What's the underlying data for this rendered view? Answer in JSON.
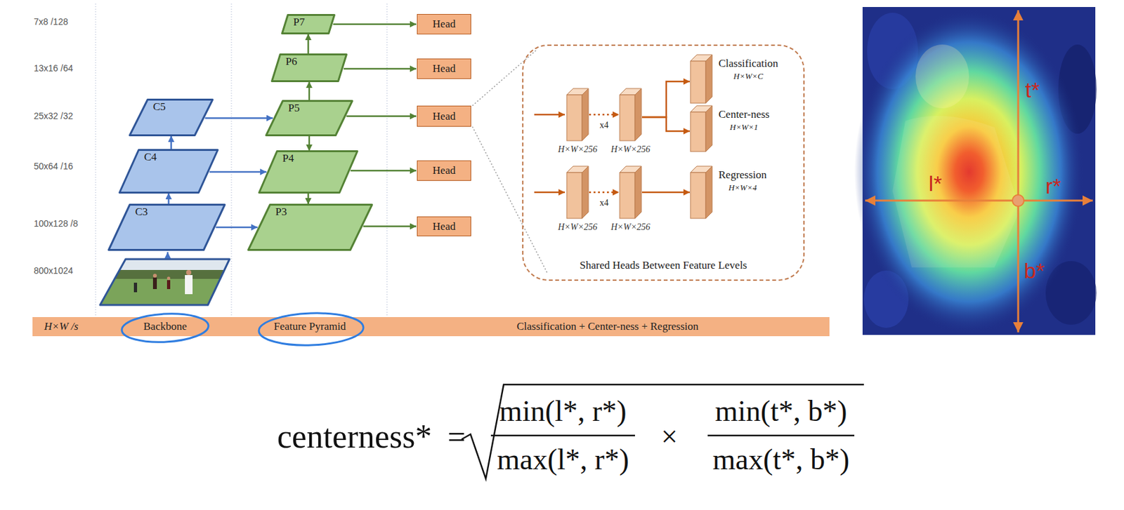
{
  "diagram": {
    "nodes": [
      {
        "text": [
          "P7"
        ]
      },
      {
        "text": [
          "Head"
        ]
      },
      {
        "text": [
          "P6"
        ]
      },
      {
        "text": [
          "Head"
        ]
      },
      {
        "text": [
          "C5"
        ]
      },
      {
        "text": [
          "P5"
        ]
      },
      {
        "text": [
          "Head"
        ]
      },
      {
        "text": [
          "Shared Heads Between Feature Levels"
        ]
      },
      {
        "text": [
          "H×W×256"
        ],
        "in": 7
      },
      {
        "text": [
          "H×W×256"
        ],
        "in": 7
      },
      {
        "text": [
          "Classification",
          "H×W×C"
        ],
        "in": 7
      },
      {
        "text": [
          "Center-ness",
          "H×W×1"
        ],
        "in": 7
      },
      {
        "text": [
          "H×W×256"
        ],
        "in": 7
      },
      {
        "text": [
          "H×W×256"
        ],
        "in": 7
      },
      {
        "text": [
          "Regression",
          "H×W×4"
        ],
        "in": 7
      },
      {
        "text": [
          "C4"
        ]
      },
      {
        "text": [
          "P4"
        ]
      },
      {
        "text": [
          "Head"
        ]
      },
      {
        "text": [
          "C3"
        ]
      },
      {
        "text": [
          "P3"
        ]
      },
      {
        "text": [
          "Head"
        ]
      },
      {
        "text": [
          "H×W /s",
          "Backbone",
          "Feature Pyramid",
          "Classification + Center-ness + Regression"
        ]
      }
    ],
    "edges": [
      {
        "from": 18,
        "to": 15,
        "arrow": "to"
      },
      {
        "from": 15,
        "to": 4,
        "arrow": "to"
      },
      {
        "from": 18,
        "to": 19,
        "arrow": "to"
      },
      {
        "from": 15,
        "to": 16,
        "arrow": "to"
      },
      {
        "from": 4,
        "to": 5,
        "arrow": "to"
      },
      {
        "from": 5,
        "to": 2,
        "arrow": "to"
      },
      {
        "from": 2,
        "to": 0,
        "arrow": "to"
      },
      {
        "from": 5,
        "to": 16,
        "arrow": "to"
      },
      {
        "from": 16,
        "to": 19,
        "arrow": "to"
      },
      {
        "from": 0,
        "to": 1,
        "arrow": "to"
      },
      {
        "from": 2,
        "to": 3,
        "arrow": "to"
      },
      {
        "from": 5,
        "to": 6,
        "arrow": "to"
      },
      {
        "from": 16,
        "to": 17,
        "arrow": "to"
      },
      {
        "from": 19,
        "to": 20,
        "arrow": "to"
      },
      {
        "from": 8,
        "to": 9,
        "label": "x4",
        "arrow": "to"
      },
      {
        "from": 9,
        "to": 10,
        "arrow": "to"
      },
      {
        "from": 9,
        "to": 11,
        "arrow": "to"
      },
      {
        "from": 12,
        "to": 13,
        "label": "x4",
        "arrow": "to"
      },
      {
        "from": 13,
        "to": 14,
        "arrow": "to"
      }
    ],
    "labels": [
      "7x8 /128",
      "13x16 /64",
      "25x32 /32",
      "50x64 /16",
      "100x128 /8",
      "800x1024",
      "t*",
      "l*",
      "r*",
      "b*",
      "centerness*",
      "=",
      "min(l*, r*)",
      "max(l*, r*)",
      "×",
      "min(t*, b*)",
      "max(t*, b*)"
    ]
  }
}
